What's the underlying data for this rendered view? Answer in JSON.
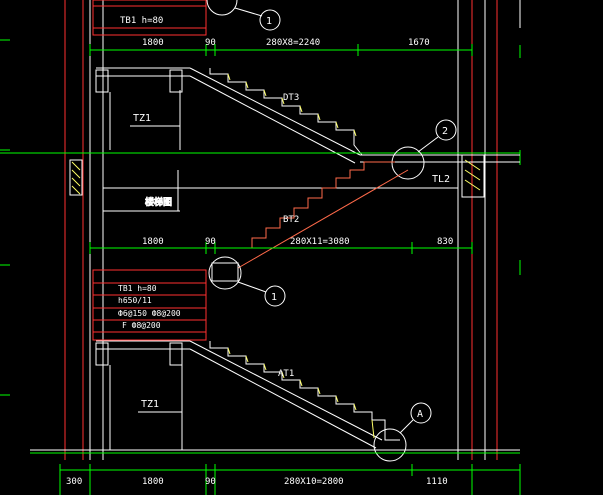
{
  "colors": {
    "background": "#000000",
    "axis": "#ff3030",
    "wall": "#ffffff",
    "dimension": "#00ff00",
    "text": "#ffffff",
    "hatch": "#ffff66",
    "stair_flight": "#ff6a4a",
    "callout": "#ffffff"
  },
  "labels": {
    "tb1_top": "TB1 h=80",
    "tb1_mid": "TB1 h=80",
    "tb1_mid_note1": "Ф6@150 Ф8@200",
    "tb1_mid_note2": "F Ф8@200",
    "tb1_mid_note0": "h650/11",
    "dt3": "DT3",
    "tz1_upper": "TZ1",
    "tz1_lower": "TZ1",
    "bt2": "BT2",
    "tl2": "TL2",
    "at1": "AT1",
    "hatch_note": "楼梯图"
  },
  "callouts": {
    "c1": "1",
    "c2": "2",
    "c3": "1",
    "c4": "A"
  },
  "dimensions": {
    "row1": [
      "1800",
      "90",
      "280X8=2240",
      "1670"
    ],
    "row2": [
      "1800",
      "90",
      "280X11=3080",
      "830"
    ],
    "row3": [
      "300",
      "1800",
      "90",
      "280X10=2800",
      "1110"
    ]
  }
}
